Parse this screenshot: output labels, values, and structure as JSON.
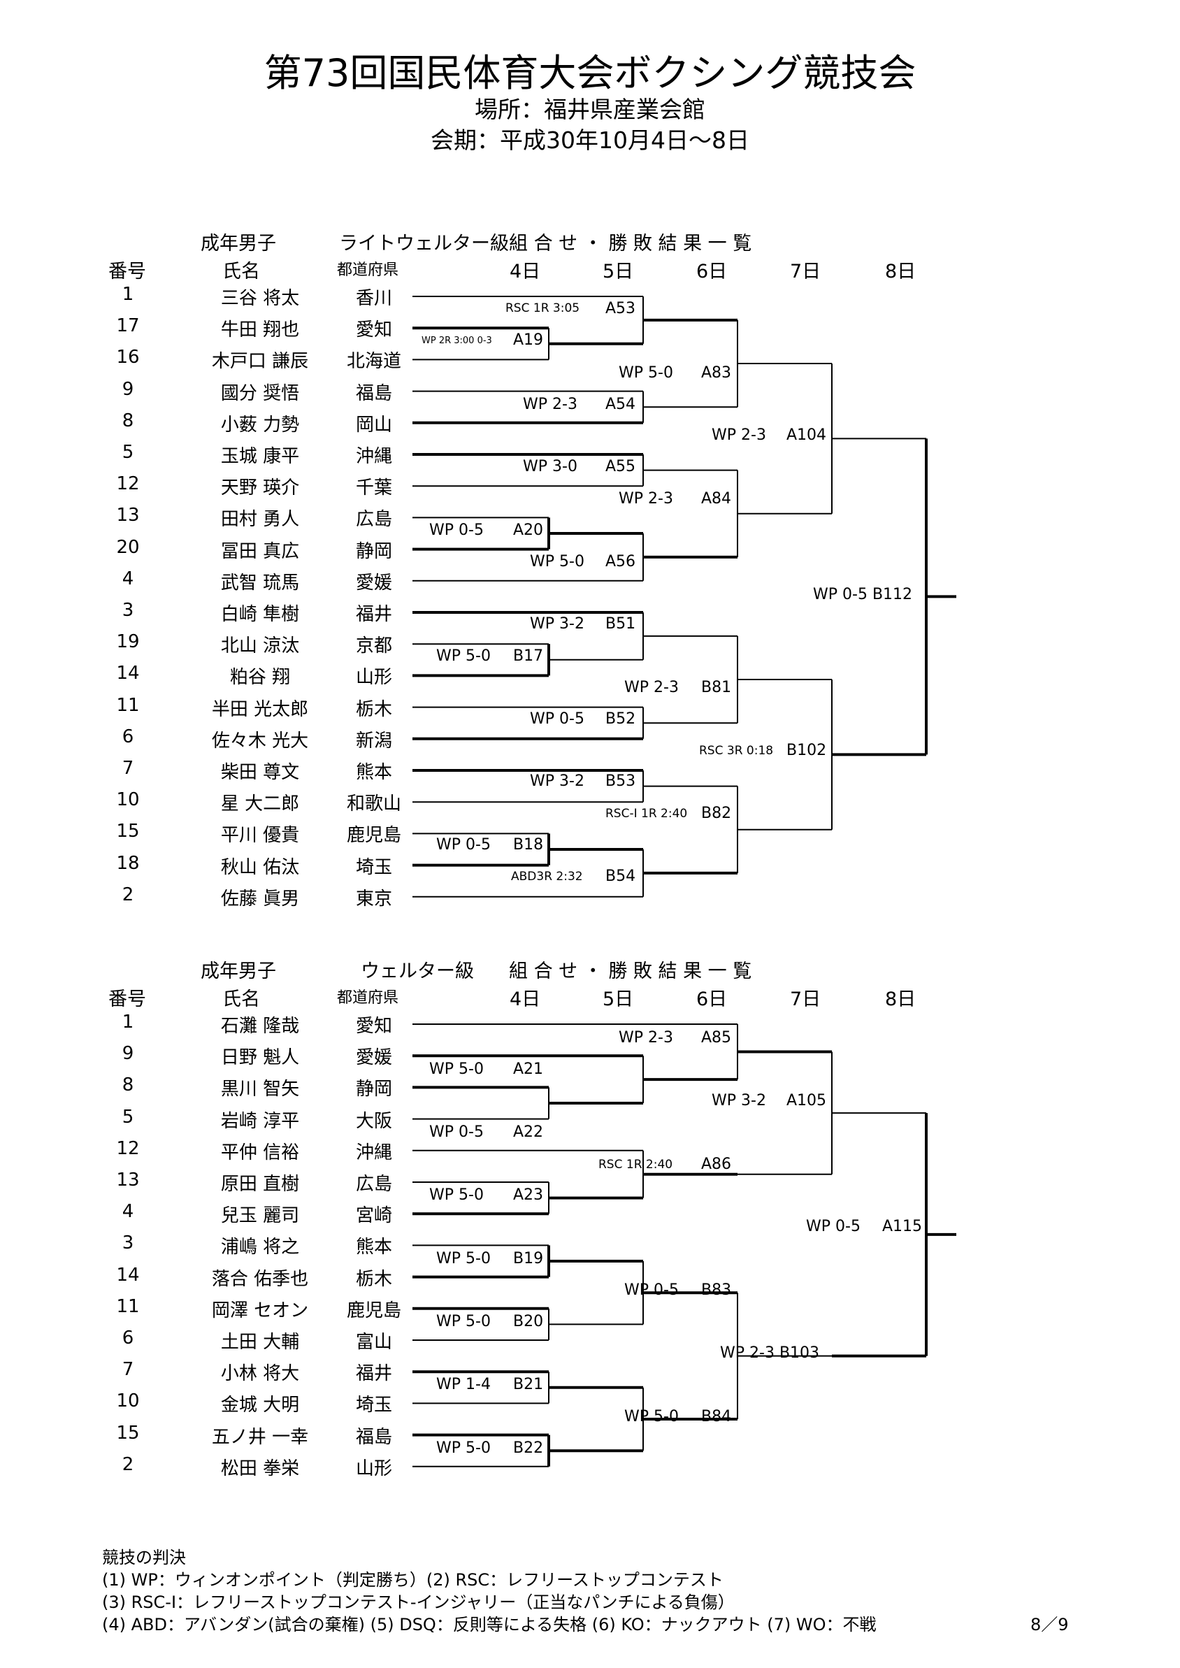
{
  "header": {
    "title": "第73回国民体育大会ボクシング競技会",
    "venue": "場所：福井県産業会館",
    "period": "会期：平成30年10月4日～8日"
  },
  "columns": {
    "num": "番号",
    "name": "氏名",
    "pref": "都道府県",
    "days": [
      "4日",
      "5日",
      "6日",
      "7日",
      "8日"
    ],
    "summary": "組 合 せ ・ 勝 敗 結 果 一 覧"
  },
  "brackets": [
    {
      "category": "成年男子",
      "weight_class": "ライトウェルター級",
      "entries": [
        {
          "num": "1",
          "name": "三谷  将太",
          "pref": "香川"
        },
        {
          "num": "17",
          "name": "牛田  翔也",
          "pref": "愛知"
        },
        {
          "num": "16",
          "name": "木戸口  謙辰",
          "pref": "北海道"
        },
        {
          "num": "9",
          "name": "國分  奨悟",
          "pref": "福島"
        },
        {
          "num": "8",
          "name": "小薮  力勢",
          "pref": "岡山"
        },
        {
          "num": "5",
          "name": "玉城  康平",
          "pref": "沖縄"
        },
        {
          "num": "12",
          "name": "天野  瑛介",
          "pref": "千葉"
        },
        {
          "num": "13",
          "name": "田村  勇人",
          "pref": "広島"
        },
        {
          "num": "20",
          "name": "冨田  真広",
          "pref": "静岡"
        },
        {
          "num": "4",
          "name": "武智  琉馬",
          "pref": "愛媛"
        },
        {
          "num": "3",
          "name": "白崎  隼樹",
          "pref": "福井"
        },
        {
          "num": "19",
          "name": "北山  涼汰",
          "pref": "京都"
        },
        {
          "num": "14",
          "name": "粕谷  翔",
          "pref": "山形"
        },
        {
          "num": "11",
          "name": "半田  光太郎",
          "pref": "栃木"
        },
        {
          "num": "6",
          "name": "佐々木  光大",
          "pref": "新潟"
        },
        {
          "num": "7",
          "name": "柴田  尊文",
          "pref": "熊本"
        },
        {
          "num": "10",
          "name": "星  大二郎",
          "pref": "和歌山"
        },
        {
          "num": "15",
          "name": "平川  優貴",
          "pref": "鹿児島"
        },
        {
          "num": "18",
          "name": "秋山  佑汰",
          "pref": "埼玉"
        },
        {
          "num": "2",
          "name": "佐藤  眞男",
          "pref": "東京"
        }
      ],
      "results": [
        "RSC 1R 3:05",
        "A53",
        "WP 2R 3:00 0-3",
        "A19",
        "WP 5-0",
        "A83",
        "WP 2-3",
        "A54",
        "WP 2-3",
        "A104",
        "WP 3-0",
        "A55",
        "WP 2-3",
        "A84",
        "WP 0-5",
        "A20",
        "WP 5-0",
        "A56",
        "WP 0-5 B112",
        "WP 3-2",
        "B51",
        "WP 5-0",
        "B17",
        "WP 2-3",
        "B81",
        "WP 0-5",
        "B52",
        "RSC 3R 0:18",
        "B102",
        "WP 3-2",
        "B53",
        "RSC-I 1R 2:40",
        "B82",
        "WP 0-5",
        "B18",
        "ABD3R 2:32",
        "B54"
      ]
    },
    {
      "category": "成年男子",
      "weight_class": "ウェルター級",
      "entries": [
        {
          "num": "1",
          "name": "石灘  隆哉",
          "pref": "愛知"
        },
        {
          "num": "9",
          "name": "日野  魁人",
          "pref": "愛媛"
        },
        {
          "num": "8",
          "name": "黒川  智矢",
          "pref": "静岡"
        },
        {
          "num": "5",
          "name": "岩崎  淳平",
          "pref": "大阪"
        },
        {
          "num": "12",
          "name": "平仲  信裕",
          "pref": "沖縄"
        },
        {
          "num": "13",
          "name": "原田  直樹",
          "pref": "広島"
        },
        {
          "num": "4",
          "name": "兒玉  麗司",
          "pref": "宮崎"
        },
        {
          "num": "3",
          "name": "浦嶋  将之",
          "pref": "熊本"
        },
        {
          "num": "14",
          "name": "落合  佑季也",
          "pref": "栃木"
        },
        {
          "num": "11",
          "name": "岡澤  セオン",
          "pref": "鹿児島"
        },
        {
          "num": "6",
          "name": "土田  大輔",
          "pref": "富山"
        },
        {
          "num": "7",
          "name": "小林  将大",
          "pref": "福井"
        },
        {
          "num": "10",
          "name": "金城  大明",
          "pref": "埼玉"
        },
        {
          "num": "15",
          "name": "五ノ井  一幸",
          "pref": "福島"
        },
        {
          "num": "2",
          "name": "松田  拳栄",
          "pref": "山形"
        }
      ],
      "results": [
        "WP 2-3",
        "A85",
        "WP 5-0",
        "A21",
        "WP 3-2",
        "A105",
        "WP 0-5",
        "A22",
        "RSC 1R 2:40",
        "A86",
        "WP 5-0",
        "A23",
        "WP 0-5",
        "A115",
        "WP 5-0",
        "B19",
        "WP 0-5",
        "B83",
        "WP 5-0",
        "B20",
        "WP 2-3 B103",
        "WP 1-4",
        "B21",
        "WP 5-0",
        "B84",
        "WP 5-0",
        "B22"
      ]
    }
  ],
  "legend": {
    "heading": "競技の判決",
    "lines": [
      "(1) WP：ウィンオンポイント（判定勝ち）(2) RSC：レフリーストップコンテスト",
      "(3) RSC-I：レフリーストップコンテスト-インジャリー（正当なパンチによる負傷）",
      "(4) ABD：アバンダン(試合の棄権) (5) DSQ：反則等による失格 (6) KO：ナックアウト (7) WO：不戦"
    ]
  },
  "page_number": "8／9"
}
